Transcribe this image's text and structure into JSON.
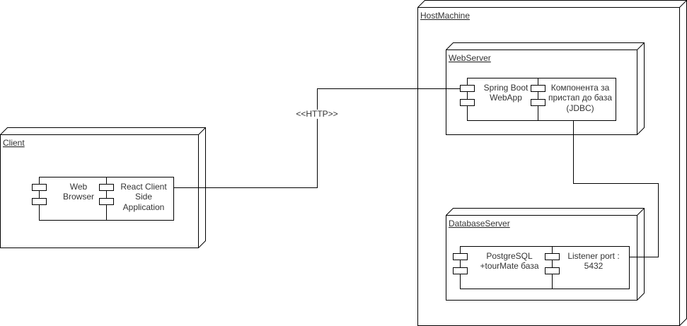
{
  "diagram": {
    "type": "UML deployment diagram",
    "line_color": "#000000",
    "text_color": "#333333",
    "background": "#ffffff",
    "nodes": {
      "client": {
        "label": "Client",
        "components": [
          {
            "lines": [
              "Web",
              "Browser"
            ]
          },
          {
            "lines": [
              "React Client",
              "Side",
              "Application"
            ]
          }
        ]
      },
      "host": {
        "label": "HostMachine"
      },
      "webserver": {
        "label": "WebServer",
        "components": [
          {
            "lines": [
              "Spring Boot",
              "WebApp"
            ]
          },
          {
            "lines": [
              "Компонента за",
              "пристап до база",
              "(JDBC)"
            ]
          }
        ]
      },
      "dbserver": {
        "label": "DatabaseServer",
        "components": [
          {
            "lines": [
              "PostgreSQL",
              "+tourMate база"
            ]
          },
          {
            "lines": [
              "Listener port :",
              "5432"
            ]
          }
        ]
      }
    },
    "connections": [
      {
        "from": "React Client Side Application",
        "to": "Spring Boot WebApp",
        "label": "<<HTTP>>"
      },
      {
        "from": "Компонента за пристап до база (JDBC)",
        "to": "Listener port : 5432",
        "label": ""
      }
    ]
  }
}
